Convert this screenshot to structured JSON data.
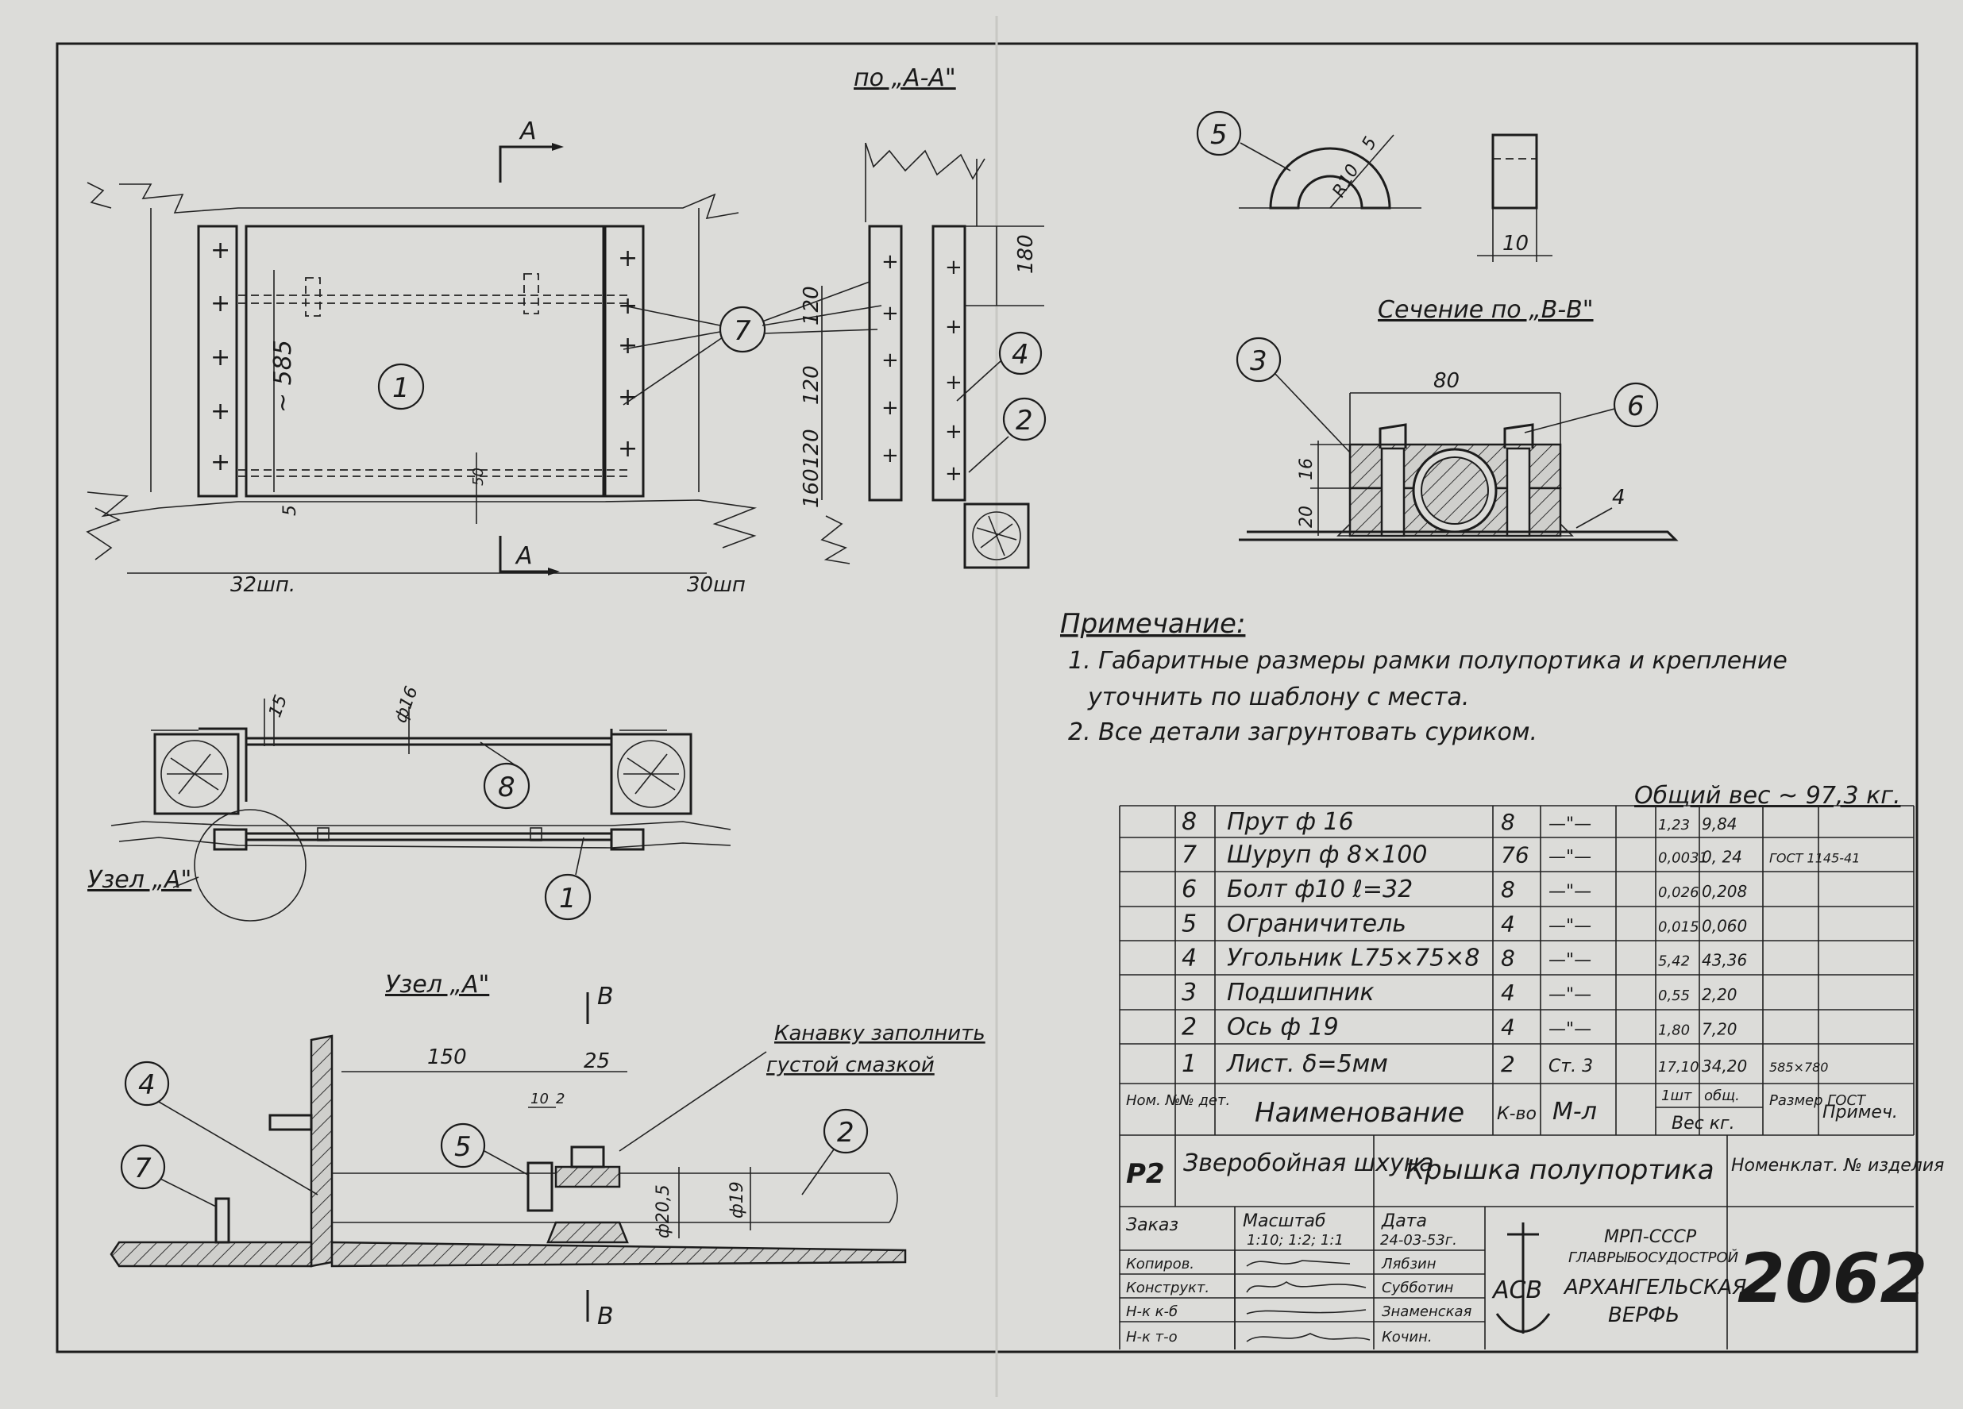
{
  "views": {
    "section_aa": "по „А-А\"",
    "section_bb": "Сечение по „В-В\"",
    "node_a": "Узел „А\"",
    "node_a_ref": "Узел „А\"",
    "arrow_a": "А",
    "arrow_b": "В"
  },
  "dimensions": {
    "d585": "~ 585",
    "d5": "5",
    "d50": "50",
    "shp32": "32шп.",
    "shp30": "30шп",
    "d180": "180",
    "d120a": "120",
    "d120b": "120",
    "d120c": "120",
    "d160": "160",
    "d15": "15",
    "phi16": "ф16",
    "r10": "R10",
    "d5b": "5",
    "d10": "10",
    "d80": "80",
    "d16": "16",
    "d20": "20",
    "d150": "150",
    "d25": "25",
    "d10b": "10",
    "d2": "2",
    "phi205": "ф20,5",
    "phi19": "ф19"
  },
  "balloons": [
    "1",
    "2",
    "3",
    "4",
    "5",
    "6",
    "7",
    "8"
  ],
  "groove_note": [
    "Канавку заполнить",
    "густой смазкой"
  ],
  "notes": {
    "title": "Примечание:",
    "line1": "1. Габаритные размеры рамки полупортика и крепление",
    "line2": "уточнить по шаблону с места.",
    "line3": "2. Все детали загрунтовать суриком."
  },
  "total_weight": "Общий вес ~ 97,3 кг.",
  "parts": [
    {
      "no": "8",
      "name": "Прут ф 16",
      "qty": "8",
      "mat": "—\"—",
      "w1": "1,23",
      "w2": "9,84",
      "std": "",
      "note": ""
    },
    {
      "no": "7",
      "name": "Шуруп ф 8×100",
      "qty": "76",
      "mat": "—\"—",
      "w1": "0,0031",
      "w2": "0, 24",
      "std": "ГОСТ 1145-41",
      "note": ""
    },
    {
      "no": "6",
      "name": "Болт ф10 ℓ=32",
      "qty": "8",
      "mat": "—\"—",
      "w1": "0,026",
      "w2": "0,208",
      "std": "",
      "note": ""
    },
    {
      "no": "5",
      "name": "Ограничитель",
      "qty": "4",
      "mat": "—\"—",
      "w1": "0,015",
      "w2": "0,060",
      "std": "",
      "note": ""
    },
    {
      "no": "4",
      "name": "Угольник L75×75×8",
      "qty": "8",
      "mat": "—\"—",
      "w1": "5,42",
      "w2": "43,36",
      "std": "",
      "note": ""
    },
    {
      "no": "3",
      "name": "Подшипник",
      "qty": "4",
      "mat": "—\"—",
      "w1": "0,55",
      "w2": "2,20",
      "std": "",
      "note": ""
    },
    {
      "no": "2",
      "name": "Ось ф 19",
      "qty": "4",
      "mat": "—\"—",
      "w1": "1,80",
      "w2": "7,20",
      "std": "",
      "note": ""
    },
    {
      "no": "1",
      "name": "Лист. δ=5мм",
      "qty": "2",
      "mat": "Ст. 3",
      "w1": "17,10",
      "w2": "34,20",
      "std": "585×780",
      "note": ""
    }
  ],
  "table_header": {
    "no": "Ном. №",
    "det": "№ дет.",
    "name": "Наименование",
    "qty": "К-во",
    "mat": "М-л",
    "w1": "1шт",
    "w2": "общ.",
    "weight": "Вес кг.",
    "std": "Размер ГОСТ",
    "note": "Примеч."
  },
  "title_block": {
    "code": "Р2",
    "vessel": "Зверобойная шхуна",
    "title": "Крышка полупортика",
    "nomenclature": "Номенклат. № изделия",
    "order": "Заказ",
    "scale_label": "Масштаб",
    "scale": "1:10; 1:2; 1:1",
    "date_label": "Дата",
    "date": "24-03-53г.",
    "roles": [
      "Копиров.",
      "Конструкт.",
      "Н-к к-б",
      "Н-к т-о"
    ],
    "names": [
      "Лябзин",
      "Субботин",
      "Знаменская",
      "Кочин."
    ],
    "logo": "АСВ",
    "org1": "МРП-СССР",
    "org2": "ГЛАВРЫБОСУДОСТРОЙ",
    "org3": "АРХАНГЕЛЬСКАЯ",
    "org4": "ВЕРФЬ",
    "number": "2062"
  }
}
